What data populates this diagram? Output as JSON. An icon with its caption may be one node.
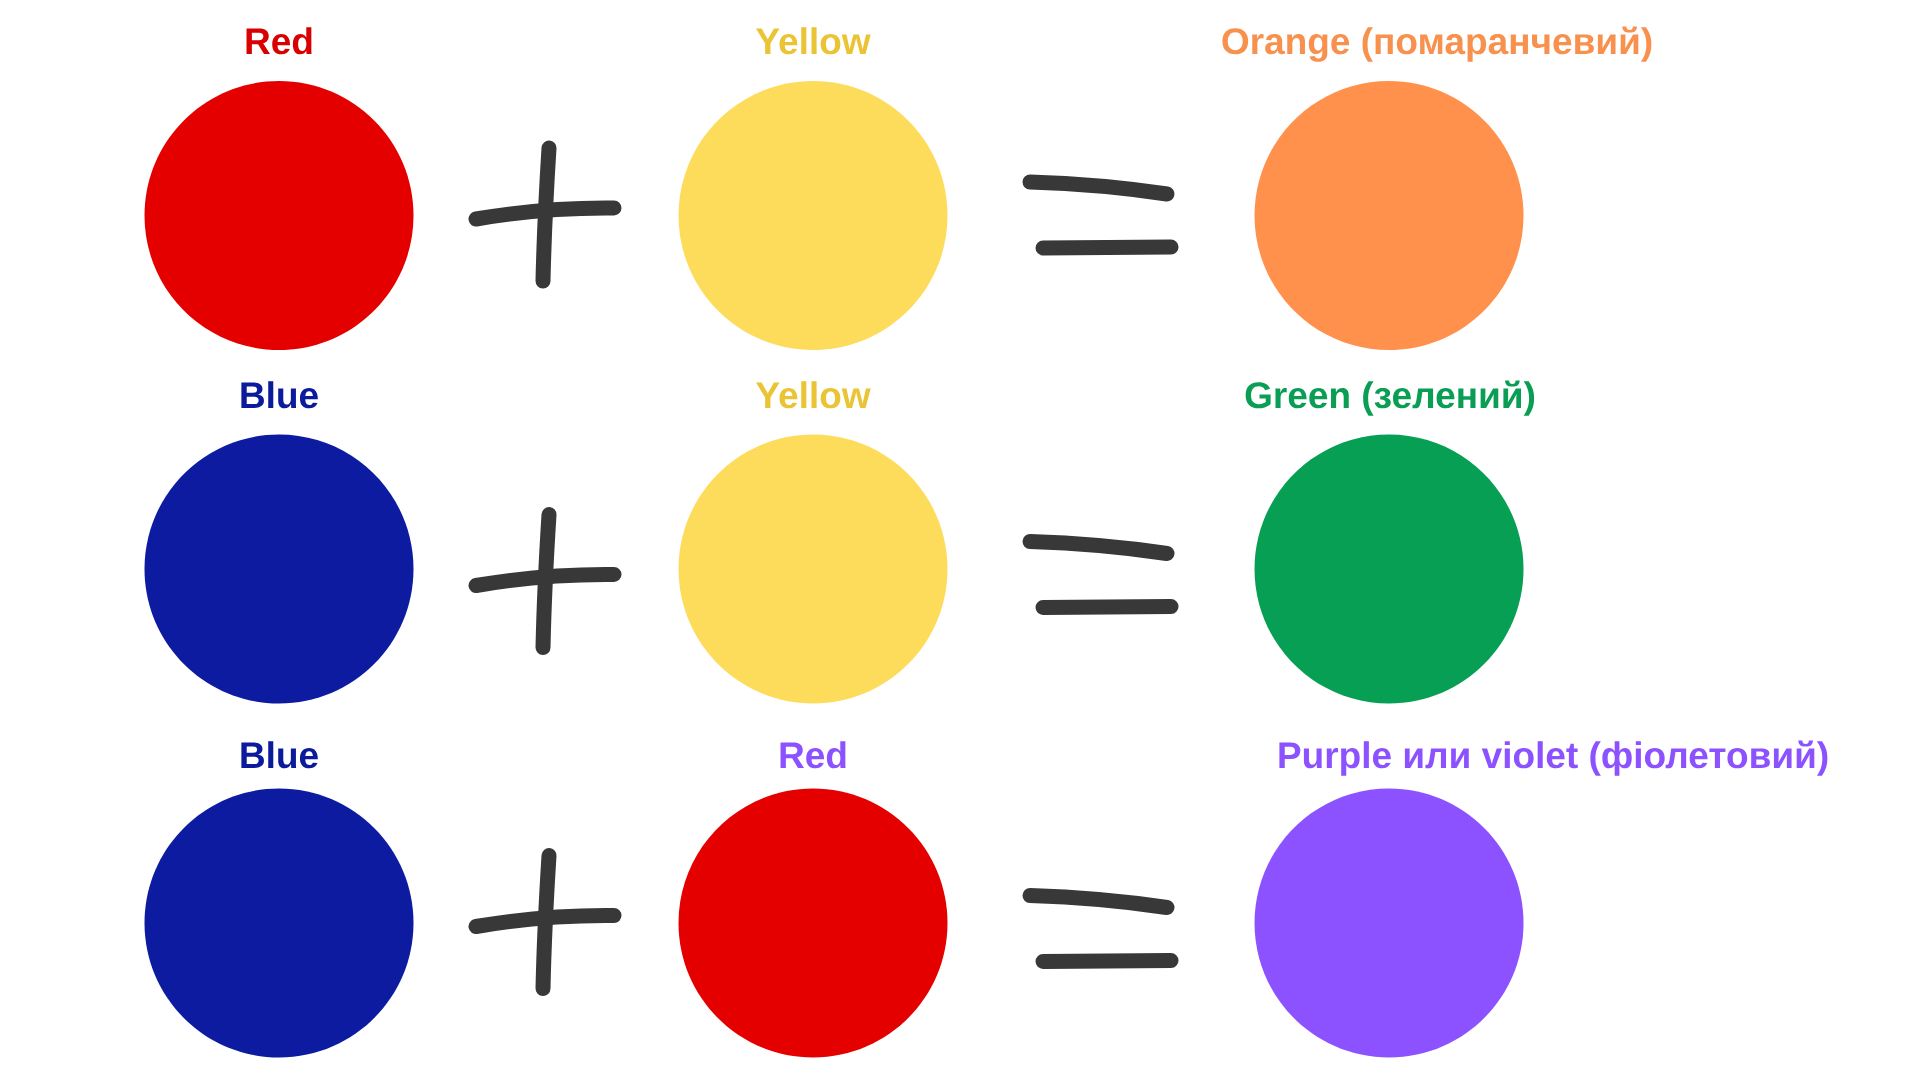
{
  "diagram": {
    "nodes": [
      {
        "text": [
          "Red"
        ]
      },
      {
        "text": [
          "Yellow"
        ]
      },
      {
        "text": [
          "Orange (помаранчевий)"
        ]
      },
      {
        "text": [
          "Blue"
        ]
      },
      {
        "text": [
          "Yellow"
        ]
      },
      {
        "text": [
          "Green (зелений)"
        ]
      },
      {
        "text": [
          "Blue"
        ]
      },
      {
        "text": [
          "Red"
        ]
      },
      {
        "text": [
          "Purple или violet (фіолетовий)"
        ]
      }
    ]
  }
}
